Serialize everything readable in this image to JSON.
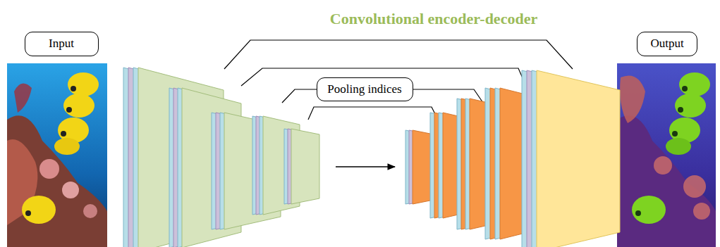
{
  "diagram": {
    "title": "Convolutional encoder-decoder",
    "nodes": [
      {
        "text": [
          "Input"
        ]
      },
      {
        "text": [
          "Output"
        ]
      },
      {
        "text": [
          "Pooling indices"
        ]
      }
    ]
  }
}
